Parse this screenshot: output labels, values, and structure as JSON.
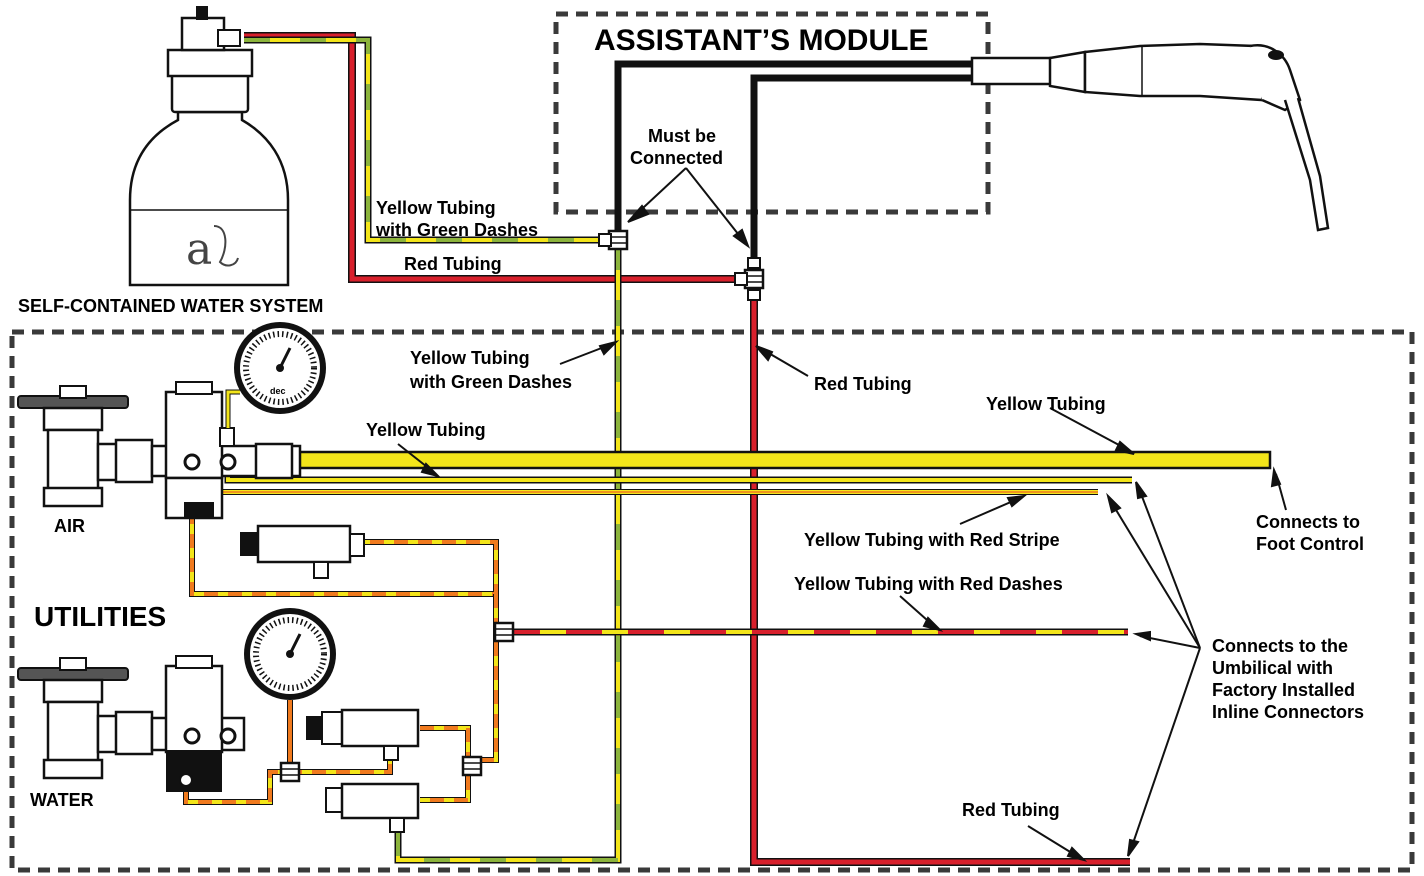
{
  "title": "",
  "colors": {
    "yellow": "#f3e51a",
    "green": "#8cb43c",
    "red": "#d8202c",
    "orange": "#f07a1e",
    "black": "#111111"
  },
  "labels": {
    "assistants_module": "ASSISTANT’S MODULE",
    "self_contained": "SELF-CONTAINED WATER SYSTEM",
    "must_be_1": "Must be",
    "must_be_2": "Connected",
    "yt_green_top_1": "Yellow Tubing",
    "yt_green_top_2": "with Green Dashes",
    "red_top": "Red Tubing",
    "yt_green_mid_1": "Yellow Tubing",
    "yt_green_mid_2": "with Green Dashes",
    "red_mid": "Red Tubing",
    "yellow_right": "Yellow Tubing",
    "yellow_left": "Yellow Tubing",
    "red_stripe": "Yellow Tubing with Red Stripe",
    "red_dashes": "Yellow Tubing with Red Dashes",
    "connects_foot_1": "Connects to",
    "connects_foot_2": "Foot Control",
    "umb_1": "Connects to the",
    "umb_2": "Umbilical with",
    "umb_3": "Factory Installed",
    "umb_4": "Inline Connectors",
    "red_bottom": "Red Tubing",
    "utilities": "UTILITIES",
    "air": "AIR",
    "water": "WATER",
    "gauge_brand": "dec"
  },
  "icons": [
    "bottle-icon",
    "handpiece-icon",
    "gauge-icon",
    "valve-icon",
    "regulator-icon",
    "tee-connector-icon"
  ]
}
